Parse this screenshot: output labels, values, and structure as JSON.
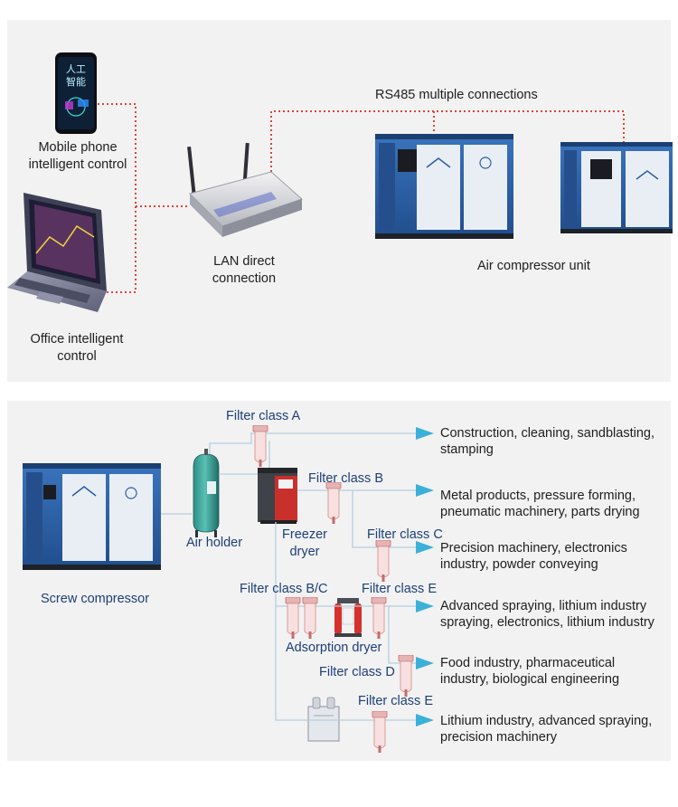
{
  "top_panel": {
    "mobile_label": [
      "Mobile phone",
      "intelligent control"
    ],
    "office_label": [
      "Office intelligent",
      "control"
    ],
    "lan_label": [
      "LAN direct",
      "connection"
    ],
    "rs485_label": "RS485 multiple connections",
    "compressor_unit_label": "Air compressor unit",
    "phone_screen_text": [
      "人工",
      "智能"
    ]
  },
  "bottom_panel": {
    "screw_compressor": "Screw compressor",
    "air_holder": "Air holder",
    "freezer_dryer": [
      "Freezer",
      "dryer"
    ],
    "adsorption_dryer": "Adsorption dryer",
    "filters": {
      "a": "Filter class A",
      "b": "Filter class B",
      "c": "Filter class C",
      "bc": "Filter class B/C",
      "e1": "Filter class E",
      "d": "Filter class D",
      "e2": "Filter class E"
    },
    "applications": [
      [
        "Construction, cleaning, sandblasting,",
        "stamping"
      ],
      [
        "Metal products, pressure forming,",
        "pneumatic machinery, parts drying"
      ],
      [
        "Precision machinery, electronics",
        "industry, powder conveying"
      ],
      [
        "Advanced spraying, lithium industry",
        "spraying, electronics, lithium industry"
      ],
      [
        "Food industry, pharmaceutical",
        "industry, biological engineering"
      ],
      [
        "Lithium industry, advanced spraying,",
        "precision machinery"
      ]
    ]
  },
  "colors": {
    "panel_bg": "#f2f2f2",
    "dotted_line": "#e0443a",
    "arrow": "#3bb1d9",
    "compressor_body": "#2b5fa3",
    "filter_body": "#f6dcdc",
    "dryer_red": "#d6312d",
    "label_blue": "#1d3f79"
  }
}
